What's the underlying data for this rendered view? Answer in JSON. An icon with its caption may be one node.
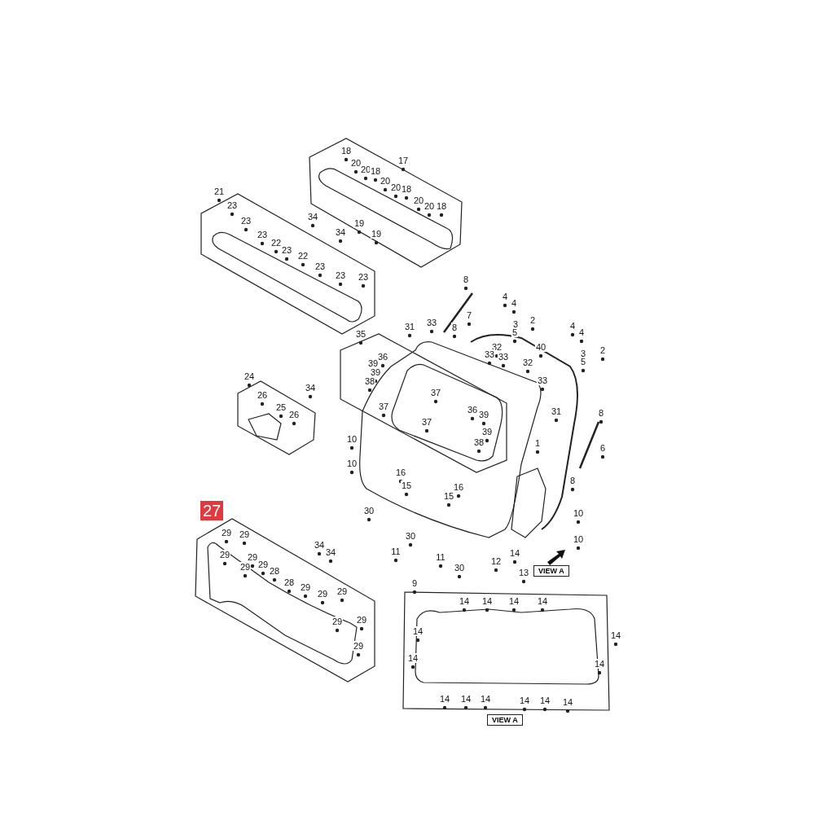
{
  "diagram": {
    "nodes": [
      {
        "text": [
          "27"
        ]
      },
      {
        "text": [
          "VIEW A"
        ]
      },
      {
        "text": [
          "VIEW A"
        ]
      }
    ],
    "labels": [
      "18",
      "17",
      "20",
      "20",
      "18",
      "20",
      "20",
      "18",
      "21",
      "20",
      "20",
      "18",
      "23",
      "34",
      "23",
      "19",
      "34",
      "19",
      "23",
      "22",
      "23",
      "22",
      "23",
      "23",
      "23",
      "8",
      "4",
      "4",
      "7",
      "2",
      "3",
      "33",
      "31",
      "8",
      "4",
      "5",
      "4",
      "35",
      "40",
      "32",
      "2",
      "3",
      "33",
      "33",
      "36",
      "32",
      "5",
      "39",
      "39",
      "24",
      "33",
      "38",
      "34",
      "37",
      "26",
      "37",
      "25",
      "36",
      "31",
      "8",
      "26",
      "39",
      "37",
      "39",
      "10",
      "38",
      "1",
      "6",
      "10",
      "16",
      "8",
      "15",
      "16",
      "15",
      "30",
      "10",
      "29",
      "29",
      "30",
      "10",
      "34",
      "11",
      "34",
      "14",
      "29",
      "11",
      "29",
      "12",
      "29",
      "29",
      "30",
      "28",
      "13",
      "28",
      "9",
      "29",
      "29",
      "29",
      "14",
      "14",
      "14",
      "14",
      "29",
      "29",
      "14",
      "14",
      "29",
      "14",
      "14",
      "14",
      "14",
      "14",
      "14",
      "14",
      "14"
    ]
  }
}
